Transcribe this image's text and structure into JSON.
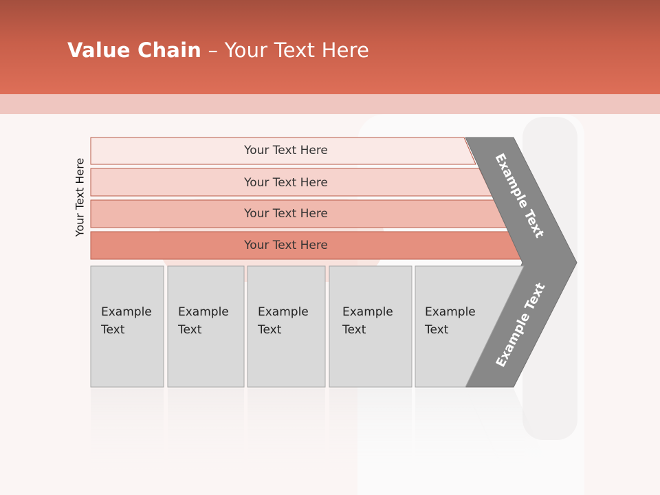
{
  "title": {
    "bold": "Value Chain",
    "rest": " – Your Text Here"
  },
  "side_label": "Your Text Here",
  "rows": [
    {
      "label": "Your Text Here",
      "fill": "#fae9e6"
    },
    {
      "label": "Your Text Here",
      "fill": "#f6d3cd"
    },
    {
      "label": "Your Text Here",
      "fill": "#f0b9ae"
    },
    {
      "label": "Your Text Here",
      "fill": "#e5907f"
    }
  ],
  "boxes": [
    {
      "line1": "Example",
      "line2": "Text"
    },
    {
      "line1": "Example",
      "line2": "Text"
    },
    {
      "line1": "Example",
      "line2": "Text"
    },
    {
      "line1": "Example",
      "line2": "Text"
    },
    {
      "line1": "Example",
      "line2": "Text"
    }
  ],
  "chevron_top_label": "Example Text",
  "chevron_bottom_label": "Example Text",
  "colors": {
    "header": "#d66a54",
    "row_stroke": "#b85a48",
    "box_fill": "#d9d9d9",
    "box_stroke": "#a6a6a6",
    "chevron": "#888888"
  }
}
